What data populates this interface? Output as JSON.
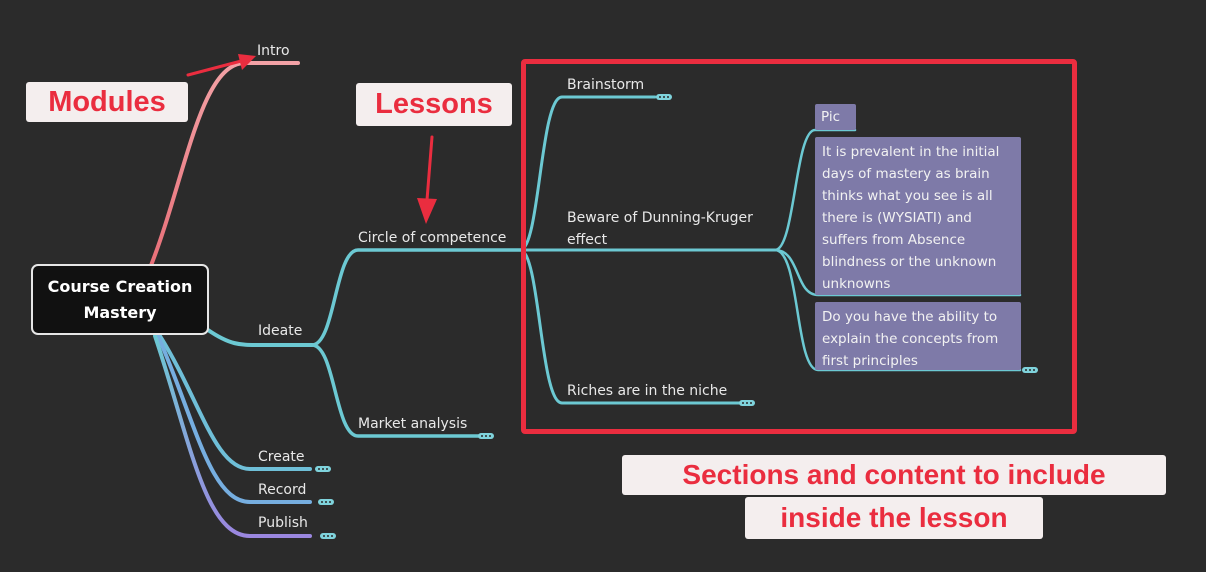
{
  "root": {
    "line1": "Course Creation",
    "line2": "Mastery"
  },
  "modules": {
    "intro": "Intro",
    "ideate": "Ideate",
    "create": "Create",
    "record": "Record",
    "publish": "Publish"
  },
  "lessons": {
    "circle": "Circle of competence",
    "market": "Market analysis"
  },
  "sections": {
    "brainstorm": "Brainstorm",
    "dunning_line1": "Beware of Dunning-Kruger",
    "dunning_line2": "effect",
    "riches": "Riches are in the niche"
  },
  "cards": {
    "pic": "Pic",
    "prevalent": [
      "It is prevalent in the initial",
      "days of mastery as brain",
      "thinks what you see is all",
      "there is (WYSIATI) and",
      "suffers from Absence",
      "blindness or the unknown",
      "unknowns"
    ],
    "explain": [
      "Do you have the ability to",
      "explain the concepts from",
      "first principles"
    ]
  },
  "callouts": {
    "modules": "Modules",
    "lessons": "Lessons",
    "sections_line1": "Sections and content to include",
    "sections_line2": "inside the lesson"
  },
  "colors": {
    "background": "#2b2b2b",
    "teal": "#6cc9d3",
    "pink": "#f08a8f",
    "purple": "#8e86d6",
    "card": "#7e7aa8",
    "red": "#ea2d3f"
  }
}
